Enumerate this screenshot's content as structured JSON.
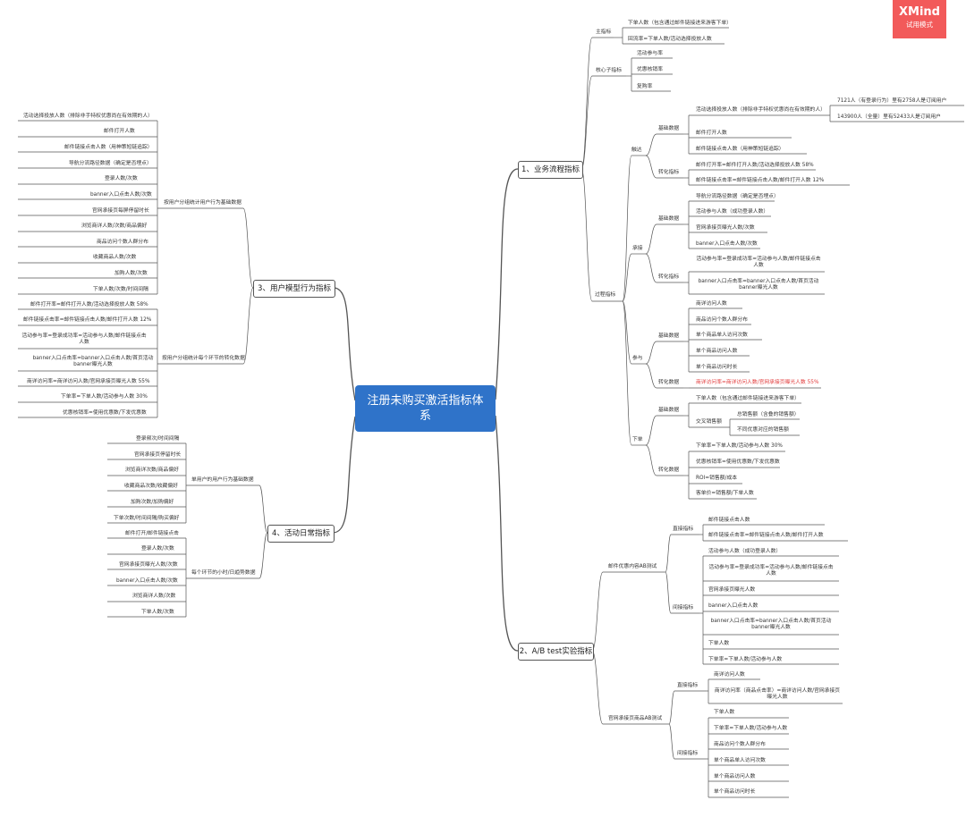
{
  "badge": {
    "brand": "XMind",
    "mode": "试用模式"
  },
  "root": "注册未购买激活指标体系",
  "branches": {
    "b1": "1、业务流程指标",
    "b2": "2、A/B test实验指标",
    "b3": "3、用户模型行为指标",
    "b4": "4、活动日常指标"
  },
  "n": {
    "zzb": "主指标",
    "zzb1": "下单人数（包含通过邮件链接进来游客下单）",
    "zzb2": "回流率=下单人数/活动选择投放人数",
    "hxz": "核心子指标",
    "hxz1": "活动参与率",
    "hxz2": "优惠核销率",
    "hxz3": "复购率",
    "gc": "过程指标",
    "cd": "触达",
    "cd_jc": "基础数据",
    "cd_jc1": "活动选择投放人数（排除非手特权优惠尚在有效期的人）",
    "cd_jc1a": "7121人（有登录行为）里有2758人是订阅用户",
    "cd_jc1b": "143900人（全量）里有52433人是订阅用户",
    "cd_jc2": "邮件打开人数",
    "cd_jc3": "邮件链接点击人数（用神策短链追踪）",
    "cd_zh": "转化指标",
    "cd_zh1": "邮件打开率=邮件打开人数/活动选择投放人数 58%",
    "cd_zh2": "邮件链接点击率=邮件链接点击人数/邮件打开人数 12%",
    "cj": "承接",
    "cj_jc": "基础数据",
    "cj_jc1": "导航分流路径数据（确定是否埋点）",
    "cj_jc2": "活动参与人数（成功登录人数）",
    "cj_jc3": "官网承接页曝光人数/次数",
    "cj_jc4": "banner入口点击人数/次数",
    "cj_zh": "转化指标",
    "cj_zh1": "活动参与率=登录成功率=活动参与人数/邮件链接点击人数",
    "cj_zh2": "banner入口点击率=banner入口点击人数/首页活动banner曝光人数",
    "cy": "参与",
    "cy_jc": "基础数据",
    "cy_jc1": "商详访问人数",
    "cy_jc2": "商品访问个数人群分布",
    "cy_jc3": "单个商品单人访问次数",
    "cy_jc4": "单个商品访问人数",
    "cy_jc5": "单个商品访问时长",
    "cy_zh": "转化数据",
    "cy_zh1": "商详访问率=商详访问人数/官网承接页曝光人数 55%",
    "xd": "下单",
    "xd_jc": "基础数据",
    "xd_jc1": "下单人数（包含通过邮件链接进来游客下单）",
    "xd_jc2": "交叉销售额",
    "xd_jc2a": "总销售额（含叠的销售额）",
    "xd_jc2b": "不同优惠对应的销售额",
    "xd_zh": "转化数据",
    "xd_zh1": "下单率=下单人数/活动参与人数 30%",
    "xd_zh2": "优惠核销率=使用优惠数/下发优惠数",
    "xd_zh3": "ROI=销售额/成本",
    "xd_zh4": "客单价=销售额/下单人数",
    "ab1": "邮件优惠内容AB测试",
    "ab1_zj": "直接指标",
    "ab1_zj1": "邮件链接点击人数",
    "ab1_zj2": "邮件链接点击率=邮件链接点击人数/邮件打开人数",
    "ab1_jj": "间接指标",
    "ab1_jj1": "活动参与人数（成功登录人数）",
    "ab1_jj2": "活动参与率=登录成功率=活动参与人数/邮件链接点击人数",
    "ab1_jj3": "官网承接页曝光人数",
    "ab1_jj4": "banner入口点击人数",
    "ab1_jj5": "banner入口点击率=banner入口点击人数/首页活动banner曝光人数",
    "ab1_jj6": "下单人数",
    "ab1_jj7": "下单率=下单人数/活动参与人数",
    "ab2": "官网承接页商品AB测试",
    "ab2_zj": "直接指标",
    "ab2_zj1": "商详访问人数",
    "ab2_zj2": "商详访问率（商品点击率）=商详访问人数/官网承接页曝光人数",
    "ab2_jj": "间接指标",
    "ab2_jj1": "下单人数",
    "ab2_jj2": "下单率=下单人数/活动参与人数",
    "ab2_jj3": "商品访问个数人群分布",
    "ab2_jj4": "单个商品单人访问次数",
    "ab2_jj5": "单个商品访问人数",
    "ab2_jj6": "单个商品访问时长",
    "u1": "按用户分组统计用户行为基础数据",
    "u1_1": "活动选择投放人数（排除非手特权优惠尚在有效期的人）",
    "u1_2": "邮件打开人数",
    "u1_3": "邮件链接点击人数（用神策短链追踪）",
    "u1_4": "导航分流路径数据（确定是否埋点）",
    "u1_5": "登录人数/次数",
    "u1_6": "banner入口点击人数/次数",
    "u1_7": "官网承接页每屏停留时长",
    "u1_8": "浏览商详人数/次数/商品偏好",
    "u1_9": "商品访问个数人群分布",
    "u1_10": "收藏商品人数/次数",
    "u1_11": "加购人数/次数",
    "u1_12": "下单人数/次数/时间间隔",
    "u2": "按用户分组统计每个环节的转化数据",
    "u2_1": "邮件打开率=邮件打开人数/活动选择投放人数 58%",
    "u2_2": "邮件链接点击率=邮件链接点击人数/邮件打开人数 12%",
    "u2_3": "活动参与率=登录成功率=活动参与人数/邮件链接点击人数",
    "u2_4": "banner入口点击率=banner入口点击人数/首页活动banner曝光人数",
    "u2_5": "商详访问率=商详访问人数/官网承接页曝光人数 55%",
    "u2_6": "下单率=下单人数/活动参与人数 30%",
    "u2_7": "优惠核销率=使用优惠数/下发优惠数",
    "d1": "单用户的用户行为基础数据",
    "d1_1": "登录频次/时间间隔",
    "d1_2": "官网承接页停留时长",
    "d1_3": "浏览商详次数/商品偏好",
    "d1_4": "收藏商品次数/收藏偏好",
    "d1_5": "加购次数/加购偏好",
    "d1_6": "下单次数/时间间隔/购买偏好",
    "d2": "每个环节的小时/日趋势数据",
    "d2_1": "邮件打开/邮件链接点击",
    "d2_2": "登录人数/次数",
    "d2_3": "官网承接页曝光人数/次数",
    "d2_4": "banner入口点击人数/次数",
    "d2_5": "浏览商详人数/次数",
    "d2_6": "下单人数/次数"
  }
}
